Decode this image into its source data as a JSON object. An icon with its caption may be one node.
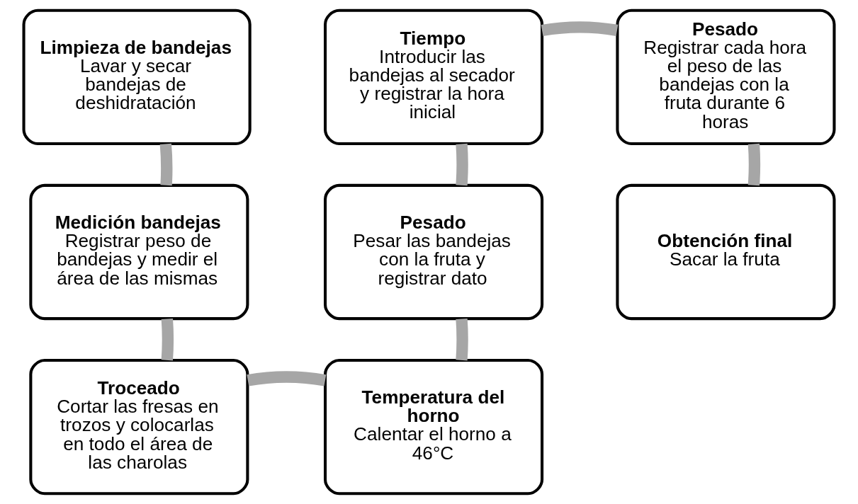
{
  "diagram": {
    "nodes": [
      {
        "text": [
          "Limpieza de bandejas",
          "Lavar y secar bandejas de deshidratación"
        ]
      },
      {
        "text": [
          "Medición bandejas",
          "Registrar peso de bandejas y medir el área de las mismas"
        ]
      },
      {
        "text": [
          "Troceado",
          "Cortar las fresas en trozos y colocarlas en todo el área de las charolas"
        ]
      },
      {
        "text": [
          "Temperatura del horno",
          "Calentar el horno a 46°C"
        ]
      },
      {
        "text": [
          "Pesado",
          "Pesar las bandejas con la fruta y registrar dato"
        ]
      },
      {
        "text": [
          "Tiempo",
          "Introducir las bandejas al secador y registrar la hora inicial"
        ]
      },
      {
        "text": [
          "Pesado",
          "Registrar cada hora el peso de las bandejas con la fruta durante 6 horas"
        ]
      },
      {
        "text": [
          "Obtención final",
          "Sacar la fruta"
        ]
      }
    ],
    "edges": [
      {
        "from": 0,
        "to": 1,
        "arrow": "none"
      },
      {
        "from": 1,
        "to": 2,
        "arrow": "none"
      },
      {
        "from": 2,
        "to": 3,
        "arrow": "none"
      },
      {
        "from": 3,
        "to": 4,
        "arrow": "none"
      },
      {
        "from": 4,
        "to": 5,
        "arrow": "none"
      },
      {
        "from": 5,
        "to": 6,
        "arrow": "none"
      },
      {
        "from": 6,
        "to": 7,
        "arrow": "none"
      }
    ]
  }
}
